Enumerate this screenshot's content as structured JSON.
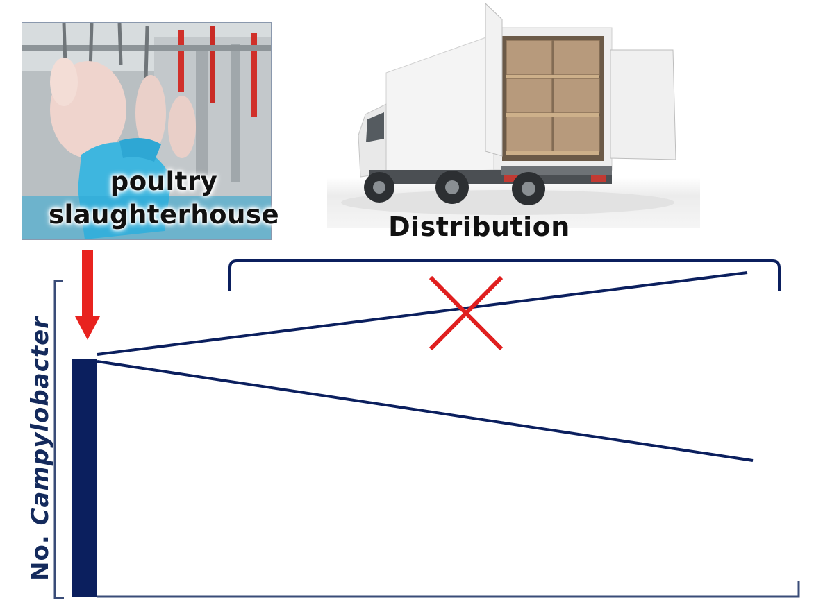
{
  "captions": {
    "slaughter_line1": "poultry",
    "slaughter_line2": "slaughterhouse",
    "distribution": "Distribution"
  },
  "axis": {
    "ylabel_prefix": "No.",
    "ylabel_organism": "Campylobacter"
  },
  "colors": {
    "navy": "#0b1f5e",
    "arrow_red": "#e8231f",
    "cross_red": "#e01f1f"
  },
  "icons": {
    "slaughter": "poultry-slaughterhouse-photo",
    "truck": "delivery-truck-photo",
    "cross": "rejected-cross-icon",
    "arrow": "down-arrow-icon"
  }
}
